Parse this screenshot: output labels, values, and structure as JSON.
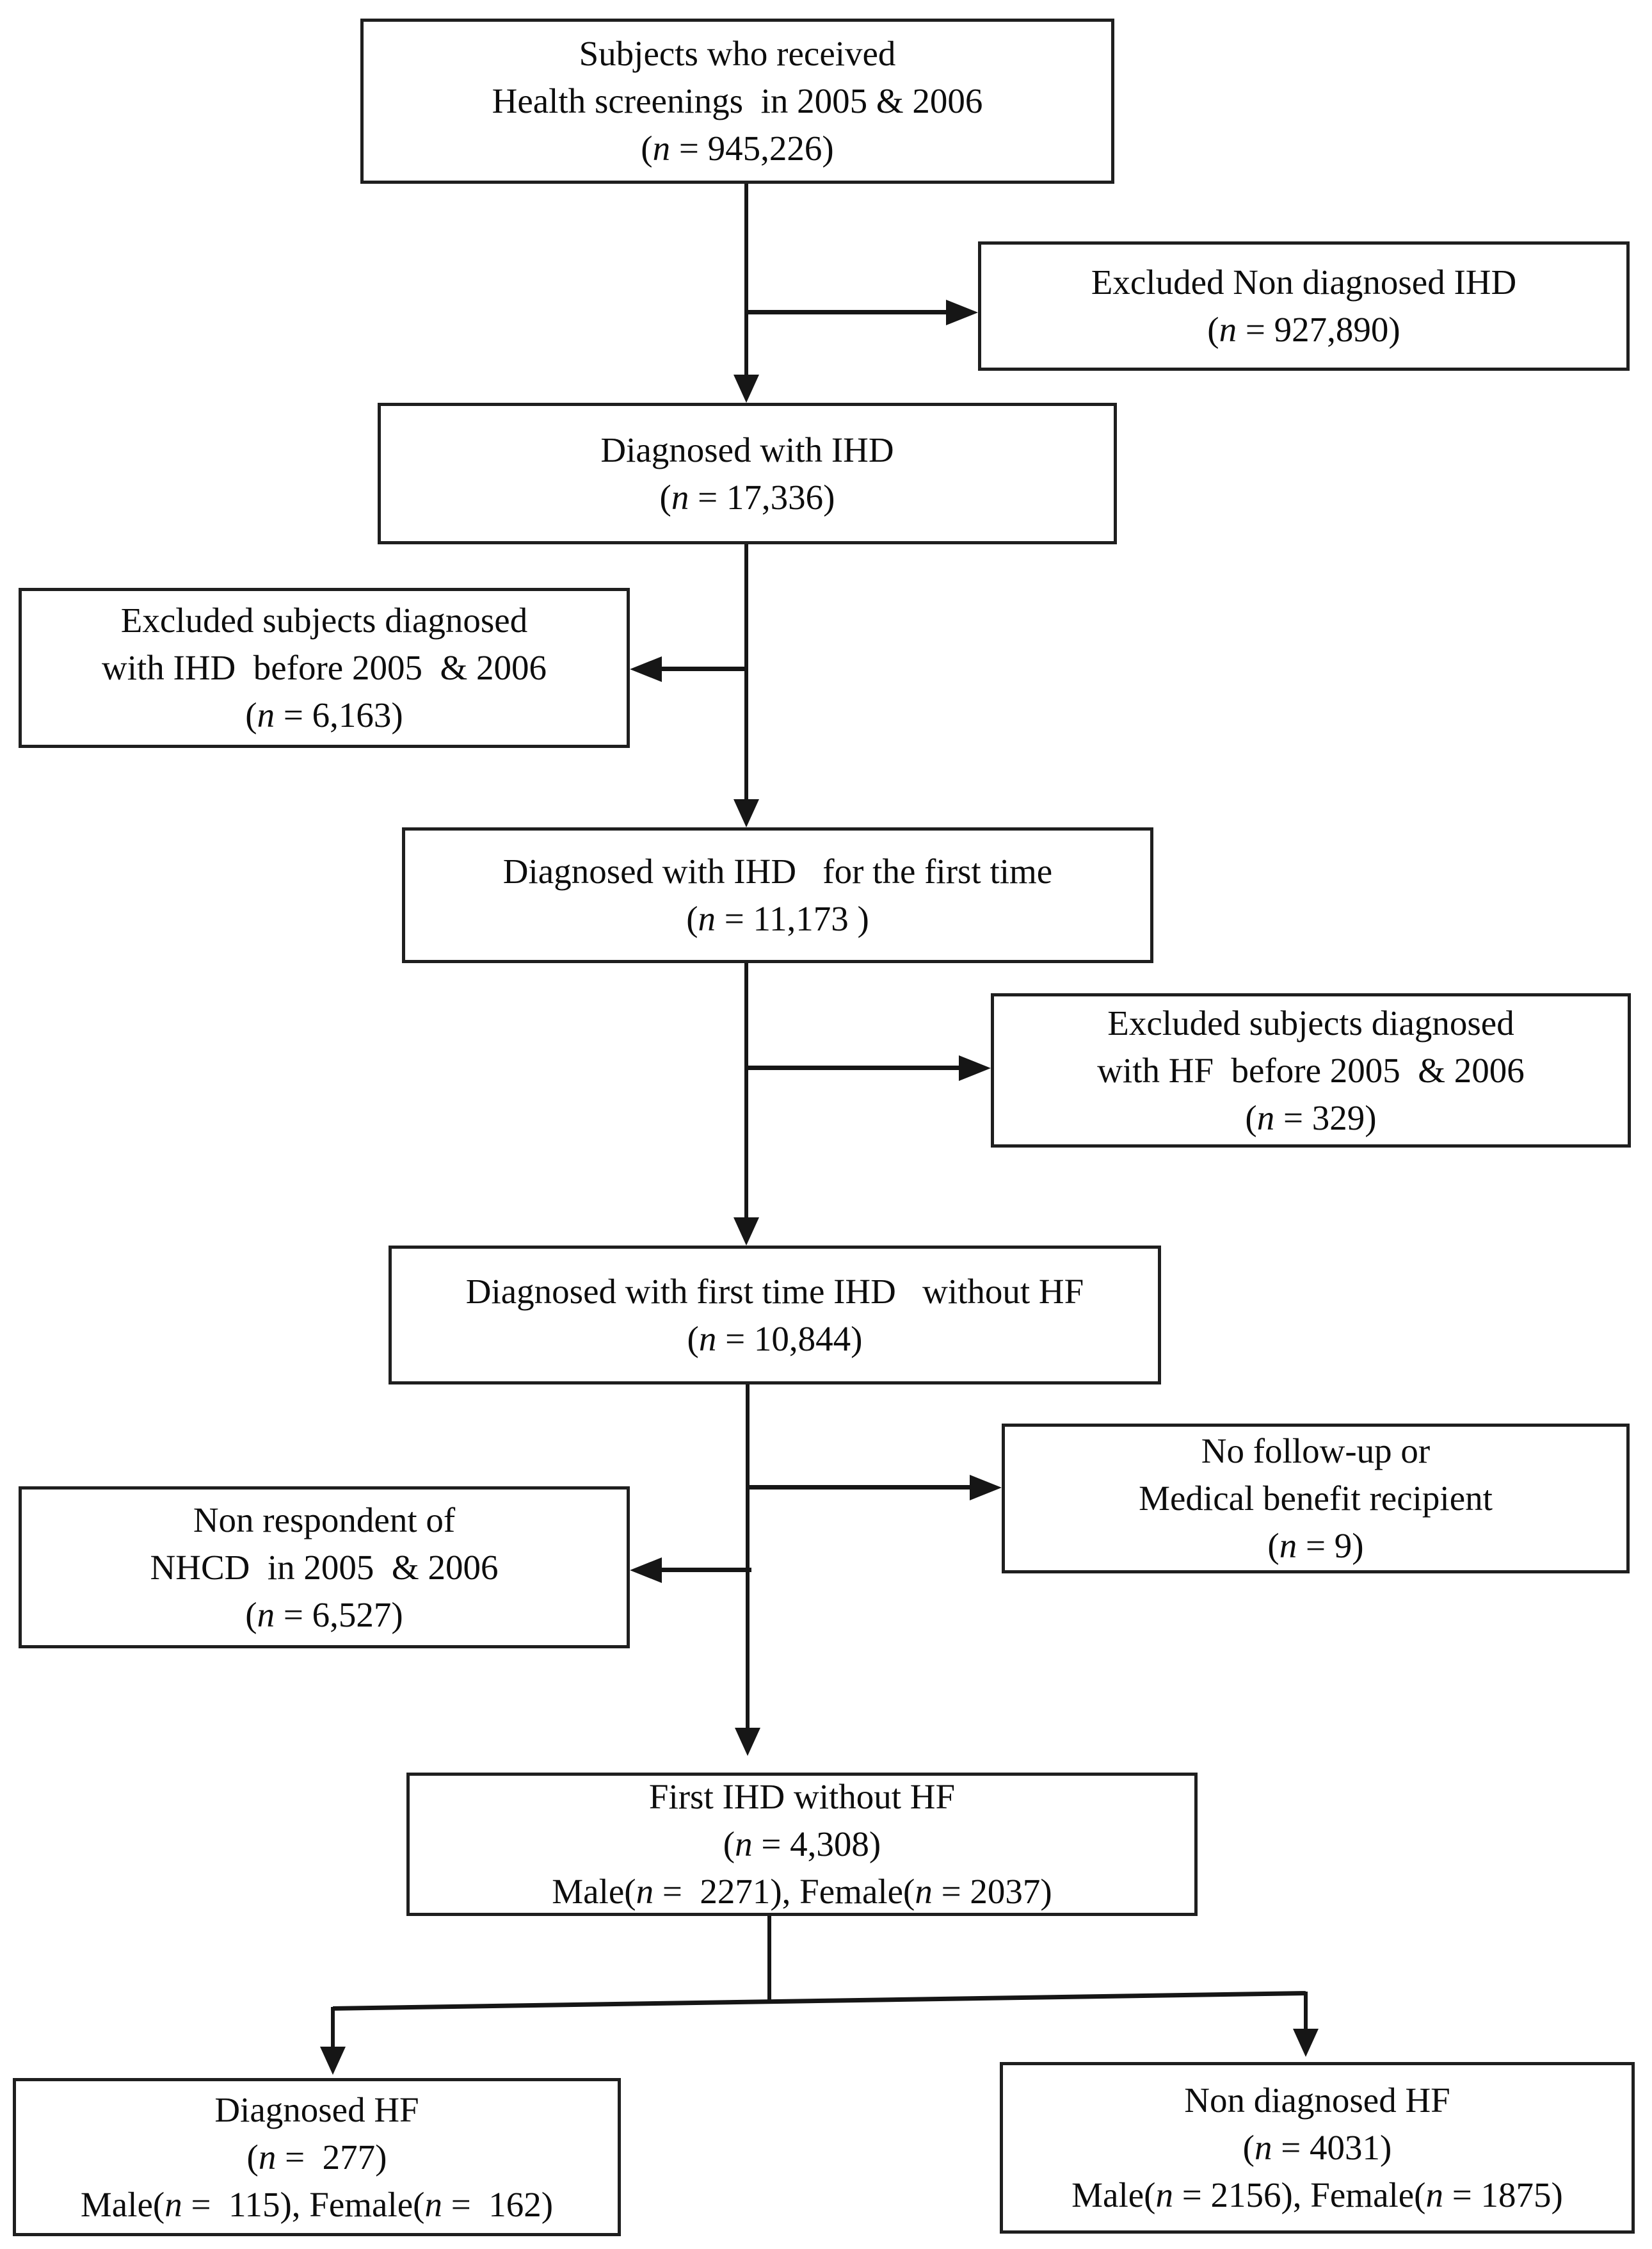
{
  "diagram": {
    "background": "#ffffff",
    "box_border_color": "#1f1f1f",
    "text_color": "#0d0d0d",
    "line_color": "#161616",
    "boxes": [
      {
        "id": "subjects-screened",
        "lines": [
          "Subjects who received",
          "Health screenings  in 2005 & 2006",
          "(<i>n</i> = 945,226)"
        ]
      },
      {
        "id": "excluded-non-diagnosed-ihd",
        "lines": [
          "Excluded Non diagnosed IHD",
          "(<i>n</i> = 927,890)"
        ]
      },
      {
        "id": "diagnosed-ihd",
        "lines": [
          "Diagnosed with IHD",
          "(<i>n</i> = 17,336)"
        ]
      },
      {
        "id": "excluded-ihd-before-2005-2006",
        "lines": [
          "Excluded subjects diagnosed",
          "with IHD  before 2005  & 2006",
          "(<i>n</i> = 6,163)"
        ]
      },
      {
        "id": "diagnosed-ihd-first-time",
        "lines": [
          "Diagnosed with IHD   for the first time",
          "(<i>n</i> = 11,173 )"
        ]
      },
      {
        "id": "excluded-hf-before-2005-2006",
        "lines": [
          "Excluded subjects diagnosed",
          "with HF  before 2005  & 2006",
          "(<i>n</i> = 329)"
        ]
      },
      {
        "id": "first-time-ihd-without-hf",
        "lines": [
          "Diagnosed with first time IHD   without HF",
          "(<i>n</i> = 10,844)"
        ]
      },
      {
        "id": "no-follow-up-or-medical-benefit",
        "lines": [
          "No follow-up or",
          "Medical benefit recipient",
          "(<i>n</i> = 9)"
        ]
      },
      {
        "id": "non-respondent-nhcd",
        "lines": [
          "Non respondent of",
          "NHCD  in 2005  & 2006",
          "(<i>n</i> = 6,527)"
        ]
      },
      {
        "id": "first-ihd-without-hf",
        "lines": [
          "First IHD without HF",
          "(<i>n</i> = 4,308)",
          "Male(<i>n</i> =  2271), Female(<i>n</i> = 2037)"
        ]
      },
      {
        "id": "diagnosed-hf",
        "lines": [
          "Diagnosed HF",
          "(<i>n</i> =  277)",
          "Male(<i>n</i> =  115), Female(<i>n</i> =  162)"
        ]
      },
      {
        "id": "non-diagnosed-hf",
        "lines": [
          "Non diagnosed HF",
          "(<i>n</i> = 4031)",
          "Male(<i>n</i> = 2156), Female(<i>n</i> = 1875)"
        ]
      }
    ],
    "edges": [
      {
        "from": "subjects-screened",
        "to": "diagnosed-ihd"
      },
      {
        "from": "subjects-screened",
        "to": "excluded-non-diagnosed-ihd"
      },
      {
        "from": "diagnosed-ihd",
        "to": "diagnosed-ihd-first-time"
      },
      {
        "from": "diagnosed-ihd",
        "to": "excluded-ihd-before-2005-2006"
      },
      {
        "from": "diagnosed-ihd-first-time",
        "to": "first-time-ihd-without-hf"
      },
      {
        "from": "diagnosed-ihd-first-time",
        "to": "excluded-hf-before-2005-2006"
      },
      {
        "from": "first-time-ihd-without-hf",
        "to": "first-ihd-without-hf"
      },
      {
        "from": "first-time-ihd-without-hf",
        "to": "no-follow-up-or-medical-benefit"
      },
      {
        "from": "first-time-ihd-without-hf",
        "to": "non-respondent-nhcd"
      },
      {
        "from": "first-ihd-without-hf",
        "to": "diagnosed-hf"
      },
      {
        "from": "first-ihd-without-hf",
        "to": "non-diagnosed-hf"
      }
    ]
  }
}
